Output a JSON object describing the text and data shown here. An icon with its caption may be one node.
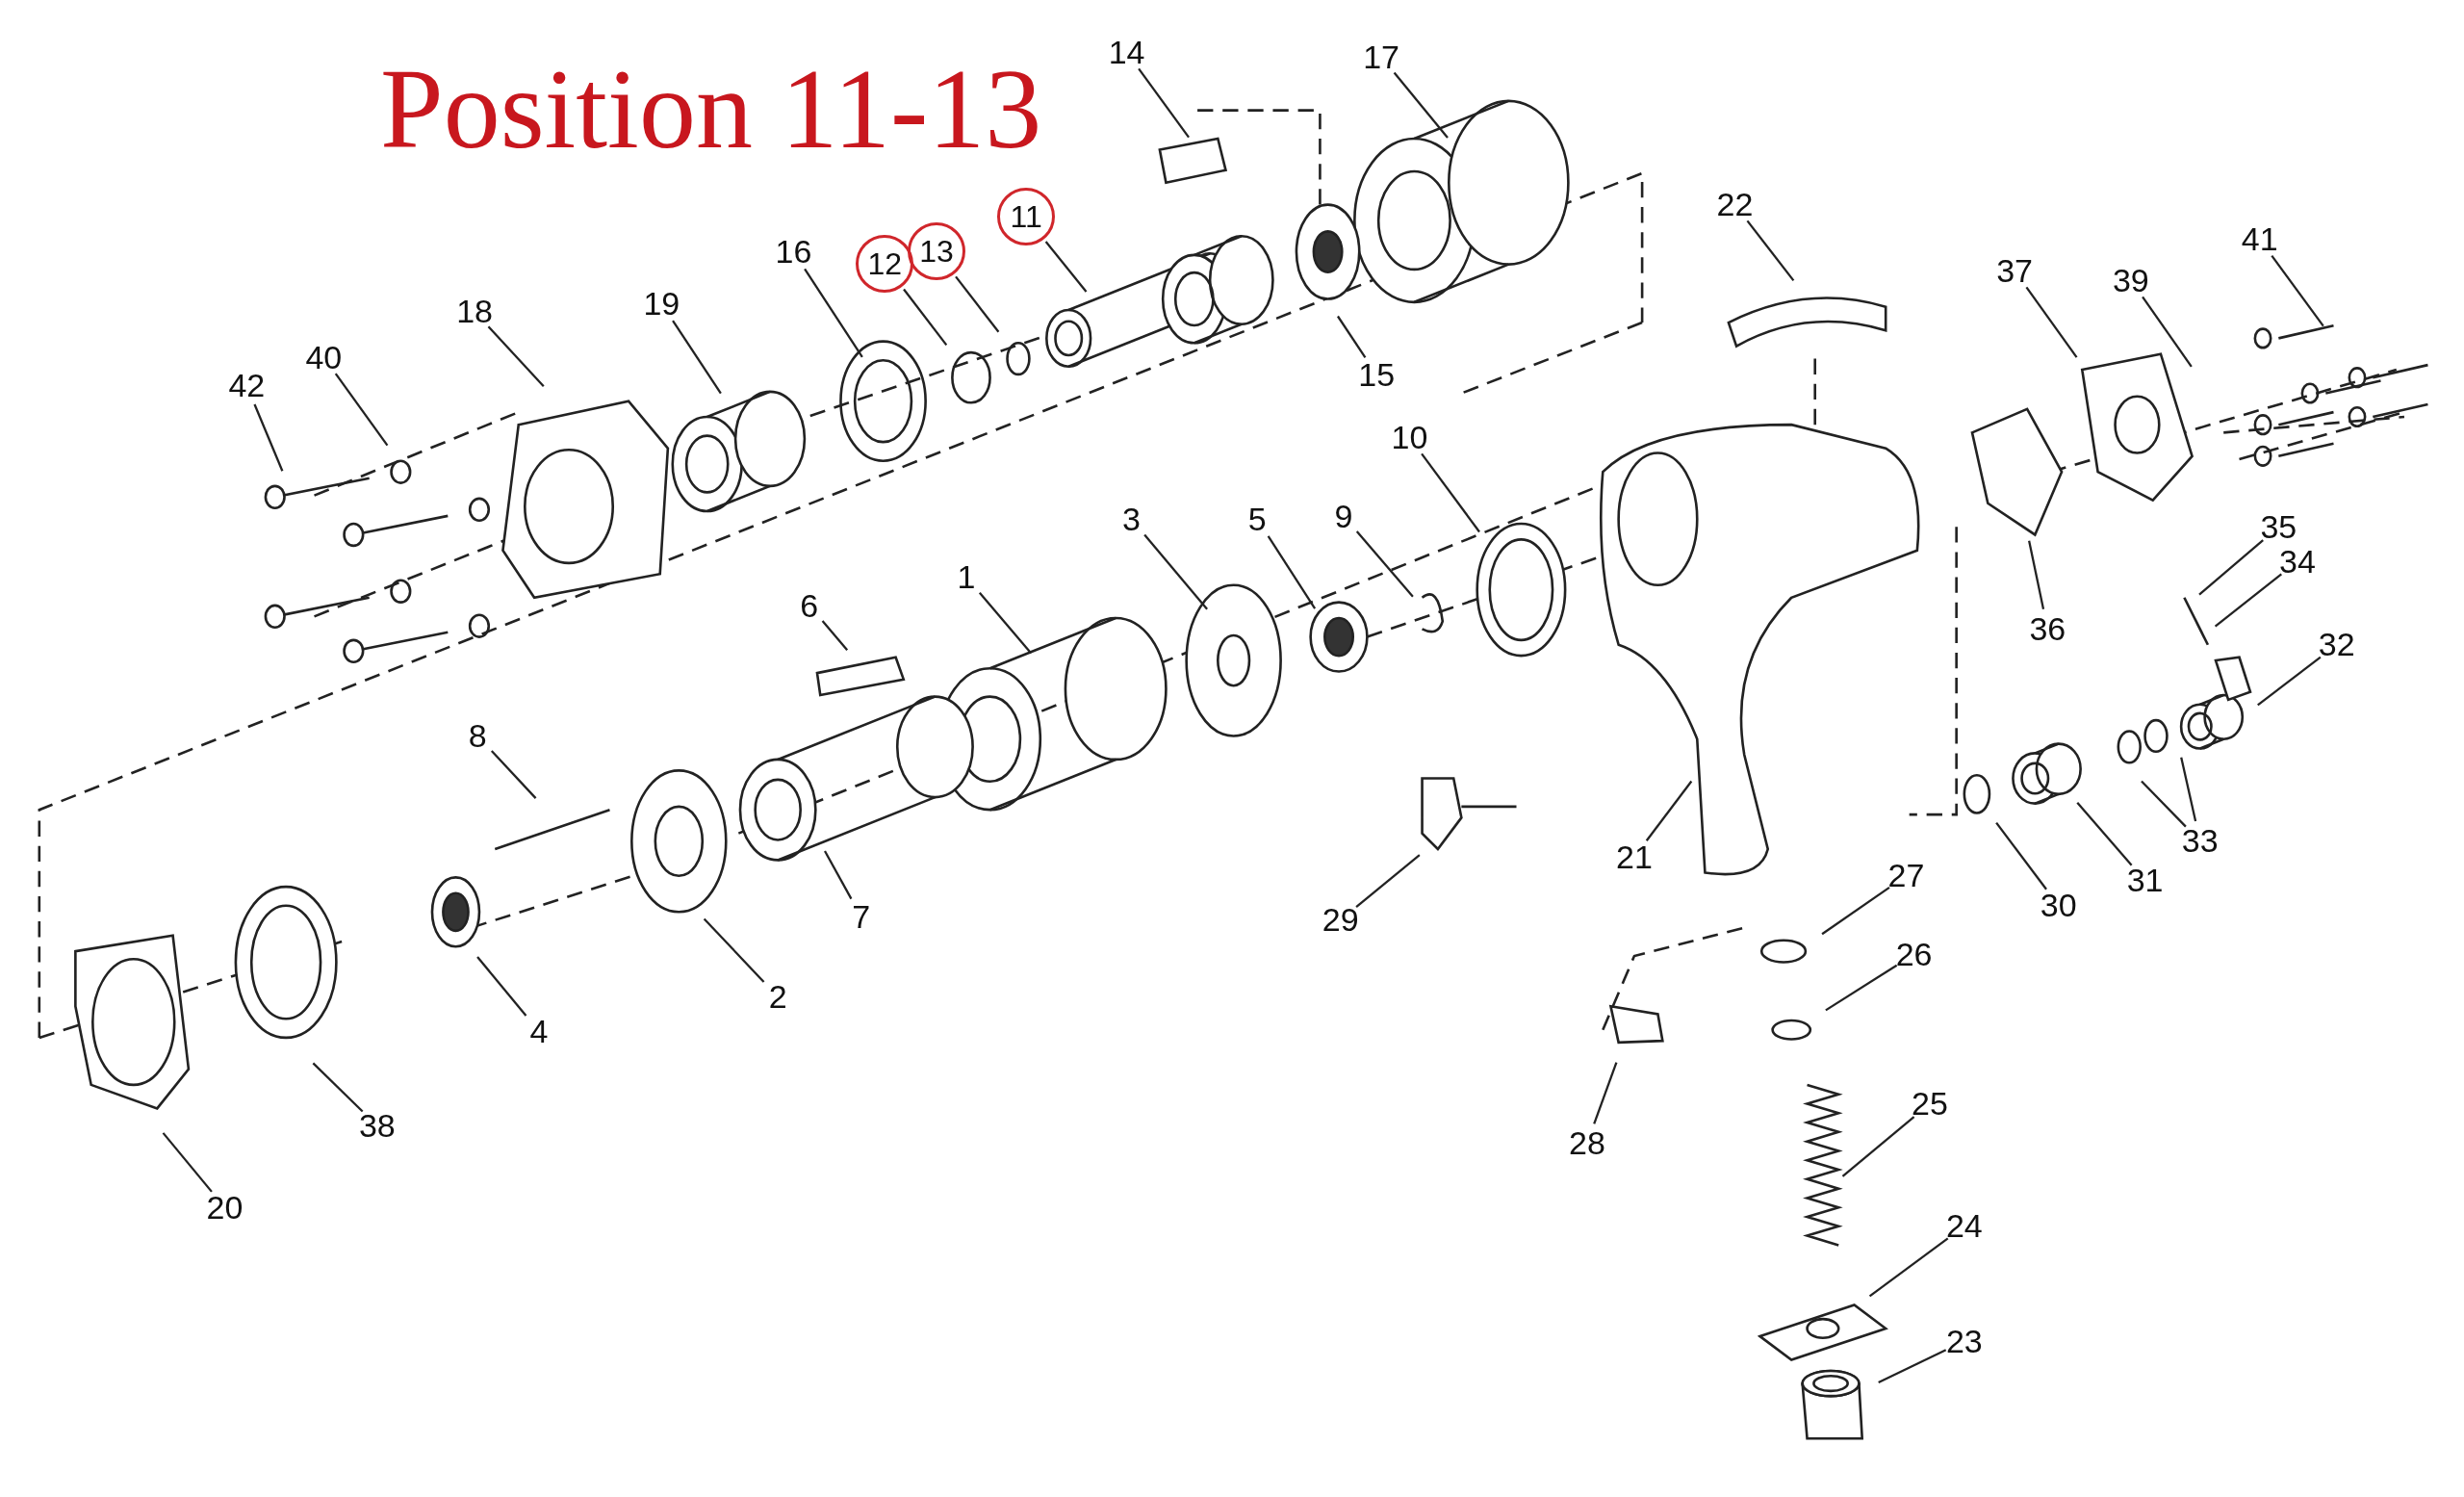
{
  "diagram": {
    "title": "Position 11-13",
    "nodes": [
      {
        "text": [
          "14"
        ]
      },
      {
        "text": [
          "17"
        ]
      },
      {
        "text": [
          "11"
        ]
      },
      {
        "text": [
          "12"
        ]
      },
      {
        "text": [
          "13"
        ]
      },
      {
        "text": [
          "16"
        ]
      },
      {
        "text": [
          "19"
        ]
      },
      {
        "text": [
          "18"
        ]
      },
      {
        "text": [
          "40"
        ]
      },
      {
        "text": [
          "42"
        ]
      },
      {
        "text": [
          "22"
        ]
      },
      {
        "text": [
          "15"
        ]
      },
      {
        "text": [
          "37"
        ]
      },
      {
        "text": [
          "39"
        ]
      },
      {
        "text": [
          "41"
        ]
      },
      {
        "text": [
          "10"
        ]
      },
      {
        "text": [
          "3"
        ]
      },
      {
        "text": [
          "5"
        ]
      },
      {
        "text": [
          "9"
        ]
      },
      {
        "text": [
          "6"
        ]
      },
      {
        "text": [
          "1"
        ]
      },
      {
        "text": [
          "8"
        ]
      },
      {
        "text": [
          "7"
        ]
      },
      {
        "text": [
          "2"
        ]
      },
      {
        "text": [
          "4"
        ]
      },
      {
        "text": [
          "38"
        ]
      },
      {
        "text": [
          "20"
        ]
      },
      {
        "text": [
          "35"
        ]
      },
      {
        "text": [
          "34"
        ]
      },
      {
        "text": [
          "32"
        ]
      },
      {
        "text": [
          "36"
        ]
      },
      {
        "text": [
          "21"
        ]
      },
      {
        "text": [
          "29"
        ]
      },
      {
        "text": [
          "30"
        ]
      },
      {
        "text": [
          "31"
        ]
      },
      {
        "text": [
          "33"
        ]
      },
      {
        "text": [
          "27"
        ]
      },
      {
        "text": [
          "26"
        ]
      },
      {
        "text": [
          "25"
        ]
      },
      {
        "text": [
          "24"
        ]
      },
      {
        "text": [
          "23"
        ]
      },
      {
        "text": [
          "28"
        ]
      }
    ],
    "edges": [
      {
        "from": 0,
        "to": null,
        "arrow": "none"
      },
      {
        "from": 1,
        "to": null,
        "arrow": "none"
      },
      {
        "from": 2,
        "to": null,
        "arrow": "none"
      },
      {
        "from": 3,
        "to": null,
        "arrow": "none"
      },
      {
        "from": 4,
        "to": null,
        "arrow": "none"
      },
      {
        "from": 5,
        "to": null,
        "arrow": "none"
      },
      {
        "from": 6,
        "to": null,
        "arrow": "none"
      },
      {
        "from": 7,
        "to": null,
        "arrow": "none"
      },
      {
        "from": 8,
        "to": null,
        "arrow": "none"
      },
      {
        "from": 9,
        "to": null,
        "arrow": "none"
      },
      {
        "from": 10,
        "to": null,
        "arrow": "none"
      },
      {
        "from": 11,
        "to": null,
        "arrow": "none"
      },
      {
        "from": 12,
        "to": null,
        "arrow": "none"
      },
      {
        "from": 13,
        "to": null,
        "arrow": "none"
      },
      {
        "from": 14,
        "to": null,
        "arrow": "none"
      },
      {
        "from": 15,
        "to": null,
        "arrow": "none"
      },
      {
        "from": 16,
        "to": null,
        "arrow": "none"
      },
      {
        "from": 17,
        "to": null,
        "arrow": "none"
      },
      {
        "from": 18,
        "to": null,
        "arrow": "none"
      },
      {
        "from": 19,
        "to": null,
        "arrow": "none"
      },
      {
        "from": 20,
        "to": null,
        "arrow": "none"
      },
      {
        "from": 21,
        "to": null,
        "arrow": "none"
      },
      {
        "from": 22,
        "to": null,
        "arrow": "none"
      },
      {
        "from": 23,
        "to": null,
        "arrow": "none"
      },
      {
        "from": 24,
        "to": null,
        "arrow": "none"
      },
      {
        "from": 25,
        "to": null,
        "arrow": "none"
      },
      {
        "from": 26,
        "to": null,
        "arrow": "none"
      },
      {
        "from": 27,
        "to": null,
        "arrow": "none"
      },
      {
        "from": 28,
        "to": null,
        "arrow": "none"
      },
      {
        "from": 29,
        "to": null,
        "arrow": "none"
      },
      {
        "from": 30,
        "to": null,
        "arrow": "none"
      },
      {
        "from": 31,
        "to": null,
        "arrow": "none"
      },
      {
        "from": 32,
        "to": null,
        "arrow": "none"
      },
      {
        "from": 33,
        "to": null,
        "arrow": "none"
      },
      {
        "from": 34,
        "to": null,
        "arrow": "none"
      },
      {
        "from": 35,
        "to": null,
        "arrow": "none"
      },
      {
        "from": 35,
        "to": null,
        "arrow": "none"
      },
      {
        "from": 36,
        "to": null,
        "arrow": "none"
      },
      {
        "from": 37,
        "to": null,
        "arrow": "none"
      },
      {
        "from": 38,
        "to": null,
        "arrow": "none"
      },
      {
        "from": 39,
        "to": null,
        "arrow": "none"
      },
      {
        "from": 40,
        "to": null,
        "arrow": "none"
      },
      {
        "from": 41,
        "to": null,
        "arrow": "none"
      }
    ]
  }
}
